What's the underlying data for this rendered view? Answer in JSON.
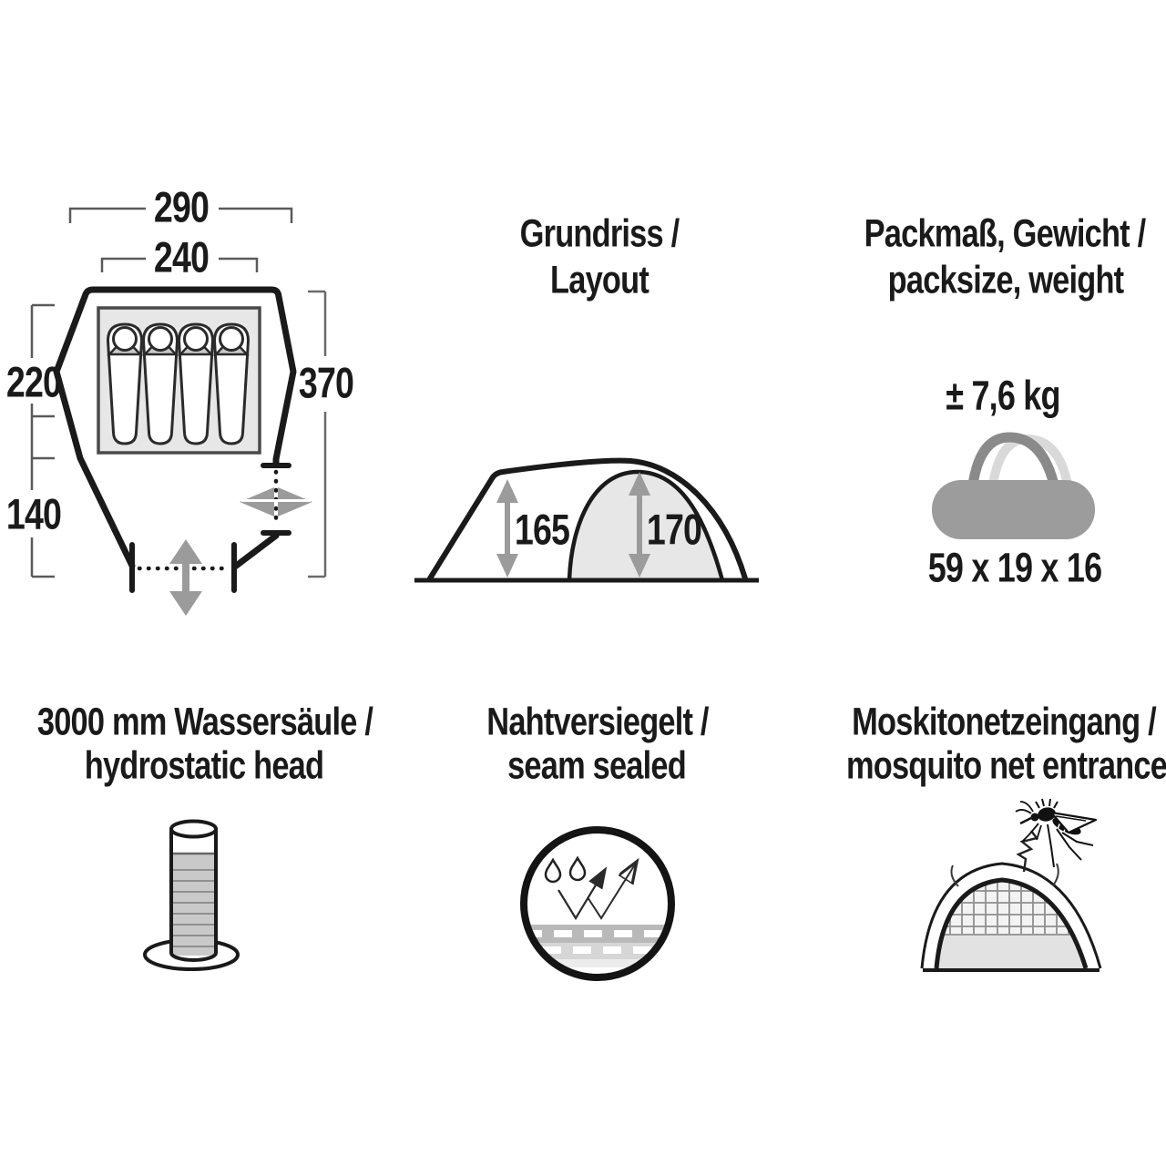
{
  "colors": {
    "ink": "#1a1a1a",
    "dim_line": "#5a5a5a",
    "arrow_gray": "#9b9b9b",
    "panel_fill_light": "#e7e7e7",
    "bag_gray": "#9c9c9c",
    "handle_dark": "#8a8a8a",
    "handle_light": "#d9d9d9",
    "water_gray": "#c9c9c9",
    "seam_band_dark": "#b9b9b9",
    "seam_band_light": "#d6d6d6"
  },
  "floor_plan": {
    "width_outer": "290",
    "width_inner": "240",
    "depth_inner": "220",
    "depth_total": "370",
    "porch_depth": "140"
  },
  "layout": {
    "title_line1": "Grundriss /",
    "title_line2": "Layout",
    "front_height": "165",
    "peak_height": "170"
  },
  "pack": {
    "title_line1": "Packmaß, Gewicht /",
    "title_line2": "packsize, weight",
    "weight": "± 7,6 kg",
    "packsize": "59 x 19 x 16"
  },
  "hydrostatic": {
    "title_line1": "3000 mm Wassersäule /",
    "title_line2": "hydrostatic head"
  },
  "seam": {
    "title_line1": "Nahtversiegelt /",
    "title_line2": "seam sealed"
  },
  "mosquito": {
    "title_line1": "Moskitonetzeingang /",
    "title_line2": "mosquito net entrance"
  }
}
